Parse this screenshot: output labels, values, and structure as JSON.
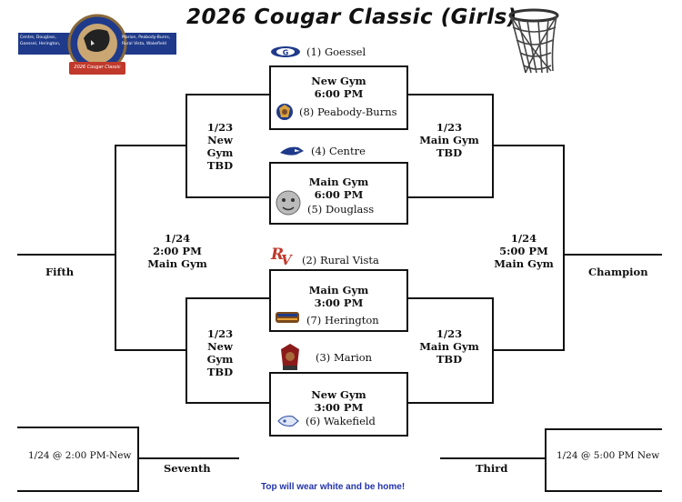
{
  "title": "2026 Cougar Classic (Girls)",
  "logo": {
    "left_text_1": "Centre, Douglass,",
    "left_text_2": "Goessel, Herington,",
    "right_text_1": "Marion, Peabody-Burns,",
    "right_text_2": "Rural Vista, Wakefield",
    "ribbon_text": "2026 Cougar Classic"
  },
  "teams": [
    {
      "label": "(1) Goessel",
      "icon": "goessel-g-logo-icon"
    },
    {
      "label": "(8) Peabody-Burns",
      "icon": "peabody-warrior-icon"
    },
    {
      "label": "(4) Centre",
      "icon": "centre-cougar-icon"
    },
    {
      "label": "(5) Douglass",
      "icon": "douglass-bulldog-icon"
    },
    {
      "label": "(2)  Rural Vista",
      "icon": "rural-vista-rv-icon"
    },
    {
      "label": "(7) Herington",
      "icon": "herington-railroader-icon"
    },
    {
      "label": "(3) Marion",
      "icon": "marion-warrior-icon"
    },
    {
      "label": "(6) Wakefield",
      "icon": "wakefield-bomber-icon"
    }
  ],
  "games": {
    "q1": [
      "New Gym",
      "6:00 PM"
    ],
    "q2": [
      "Main Gym",
      "6:00 PM"
    ],
    "q3": [
      "Main Gym",
      "3:00 PM"
    ],
    "q4": [
      "New Gym",
      "3:00 PM"
    ],
    "semi_top_left": [
      "1/23",
      "New Gym",
      "TBD"
    ],
    "semi_top_right": [
      "1/23",
      "Main Gym",
      "TBD"
    ],
    "semi_bot_left": [
      "1/23",
      "New Gym",
      "TBD"
    ],
    "semi_bot_right": [
      "1/23",
      "Main Gym",
      "TBD"
    ],
    "fifth_game": [
      "1/24",
      "2:00 PM",
      "Main Gym"
    ],
    "final_game": [
      "1/24",
      "5:00 PM",
      "Main Gym"
    ]
  },
  "places": {
    "fifth": "Fifth",
    "champion": "Champion",
    "seventh": "Seventh",
    "third": "Third"
  },
  "consolation": {
    "seventh_game": "1/24 @ 2:00 PM-New",
    "third_game": "1/24  @ 5:00 PM New"
  },
  "footer": "Top will wear white and be home!"
}
